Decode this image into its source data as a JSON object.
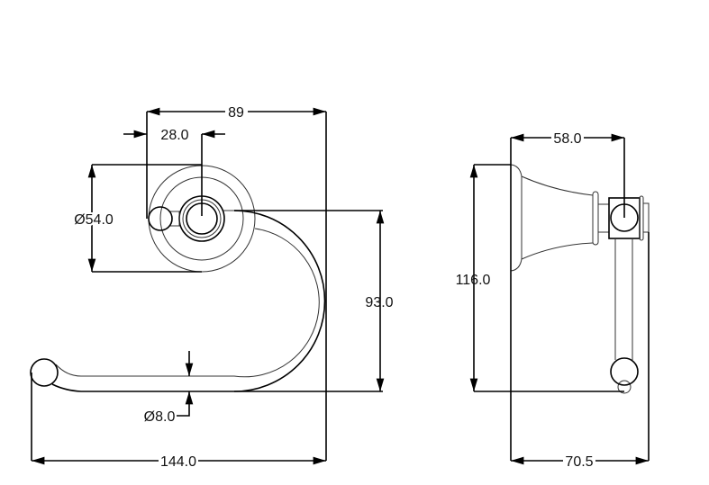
{
  "drawing": {
    "front_view": {
      "dim_overall_depth": "89",
      "dim_knob_offset": "28.0",
      "dim_rosette_diameter": "Ø54.0",
      "dim_arm_height": "93.0",
      "dim_rod_diameter": "Ø8.0",
      "dim_overall_width": "144.0"
    },
    "side_view": {
      "dim_projection_center": "58.0",
      "dim_overall_height": "116.0",
      "dim_overall_projection": "70.5"
    },
    "colors": {
      "line": "#000000",
      "background": "#ffffff"
    }
  }
}
